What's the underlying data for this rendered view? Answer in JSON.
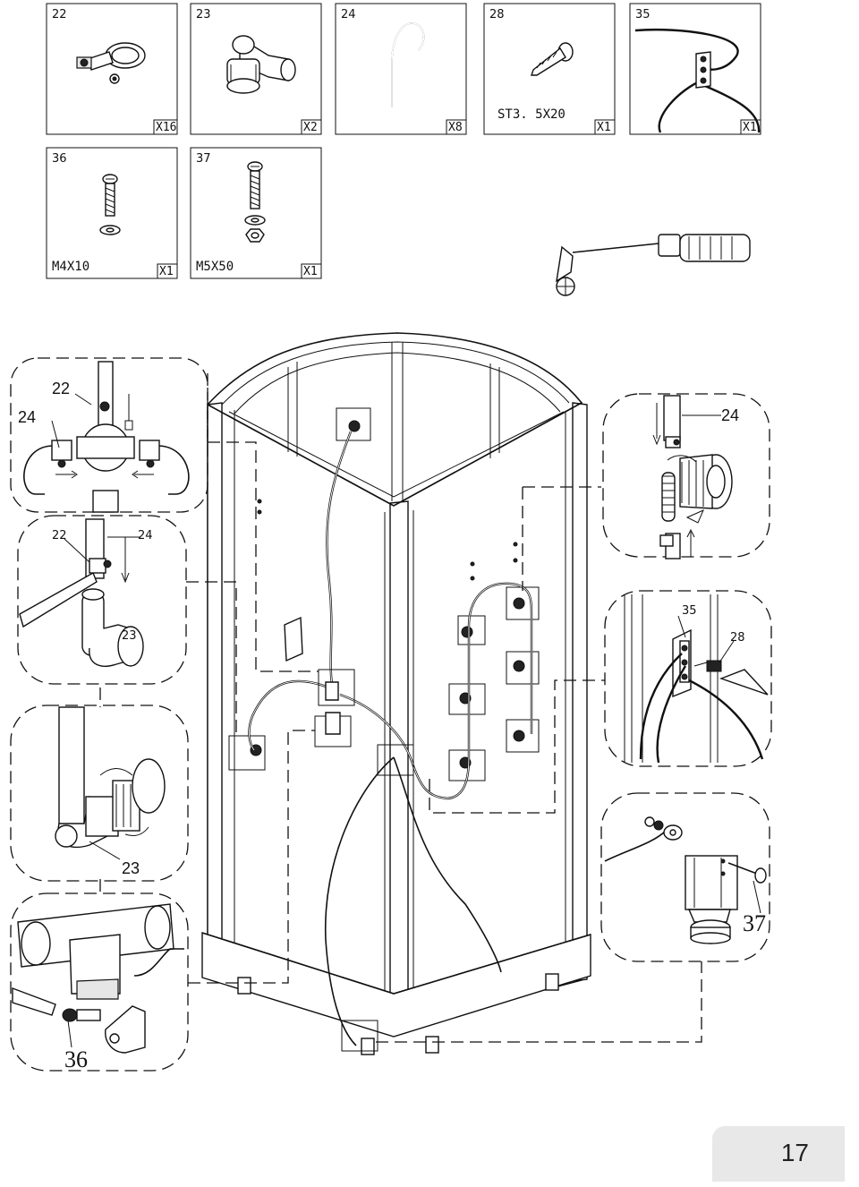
{
  "parts": [
    {
      "number": "22",
      "qty": "X16",
      "spec": ""
    },
    {
      "number": "23",
      "qty": "X2",
      "spec": ""
    },
    {
      "number": "24",
      "qty": "X8",
      "spec": ""
    },
    {
      "number": "28",
      "qty": "X1",
      "spec": "ST3. 5X20"
    },
    {
      "number": "35",
      "qty": "X1",
      "spec": ""
    },
    {
      "number": "36",
      "qty": "X1",
      "spec": "M4X10"
    },
    {
      "number": "37",
      "qty": "X1",
      "spec": "M5X50"
    }
  ],
  "callouts": {
    "detail_valve_22": "22",
    "detail_valve_24": "24",
    "detail_clamp_22": "22",
    "detail_clamp_24": "24",
    "detail_clamp_23": "23",
    "detail_elbow_23": "23",
    "detail_tee_36": "36",
    "detail_jet_24": "24",
    "detail_ground_35": "35",
    "detail_ground_28": "28",
    "detail_foot_37": "37"
  },
  "page_number": "17"
}
